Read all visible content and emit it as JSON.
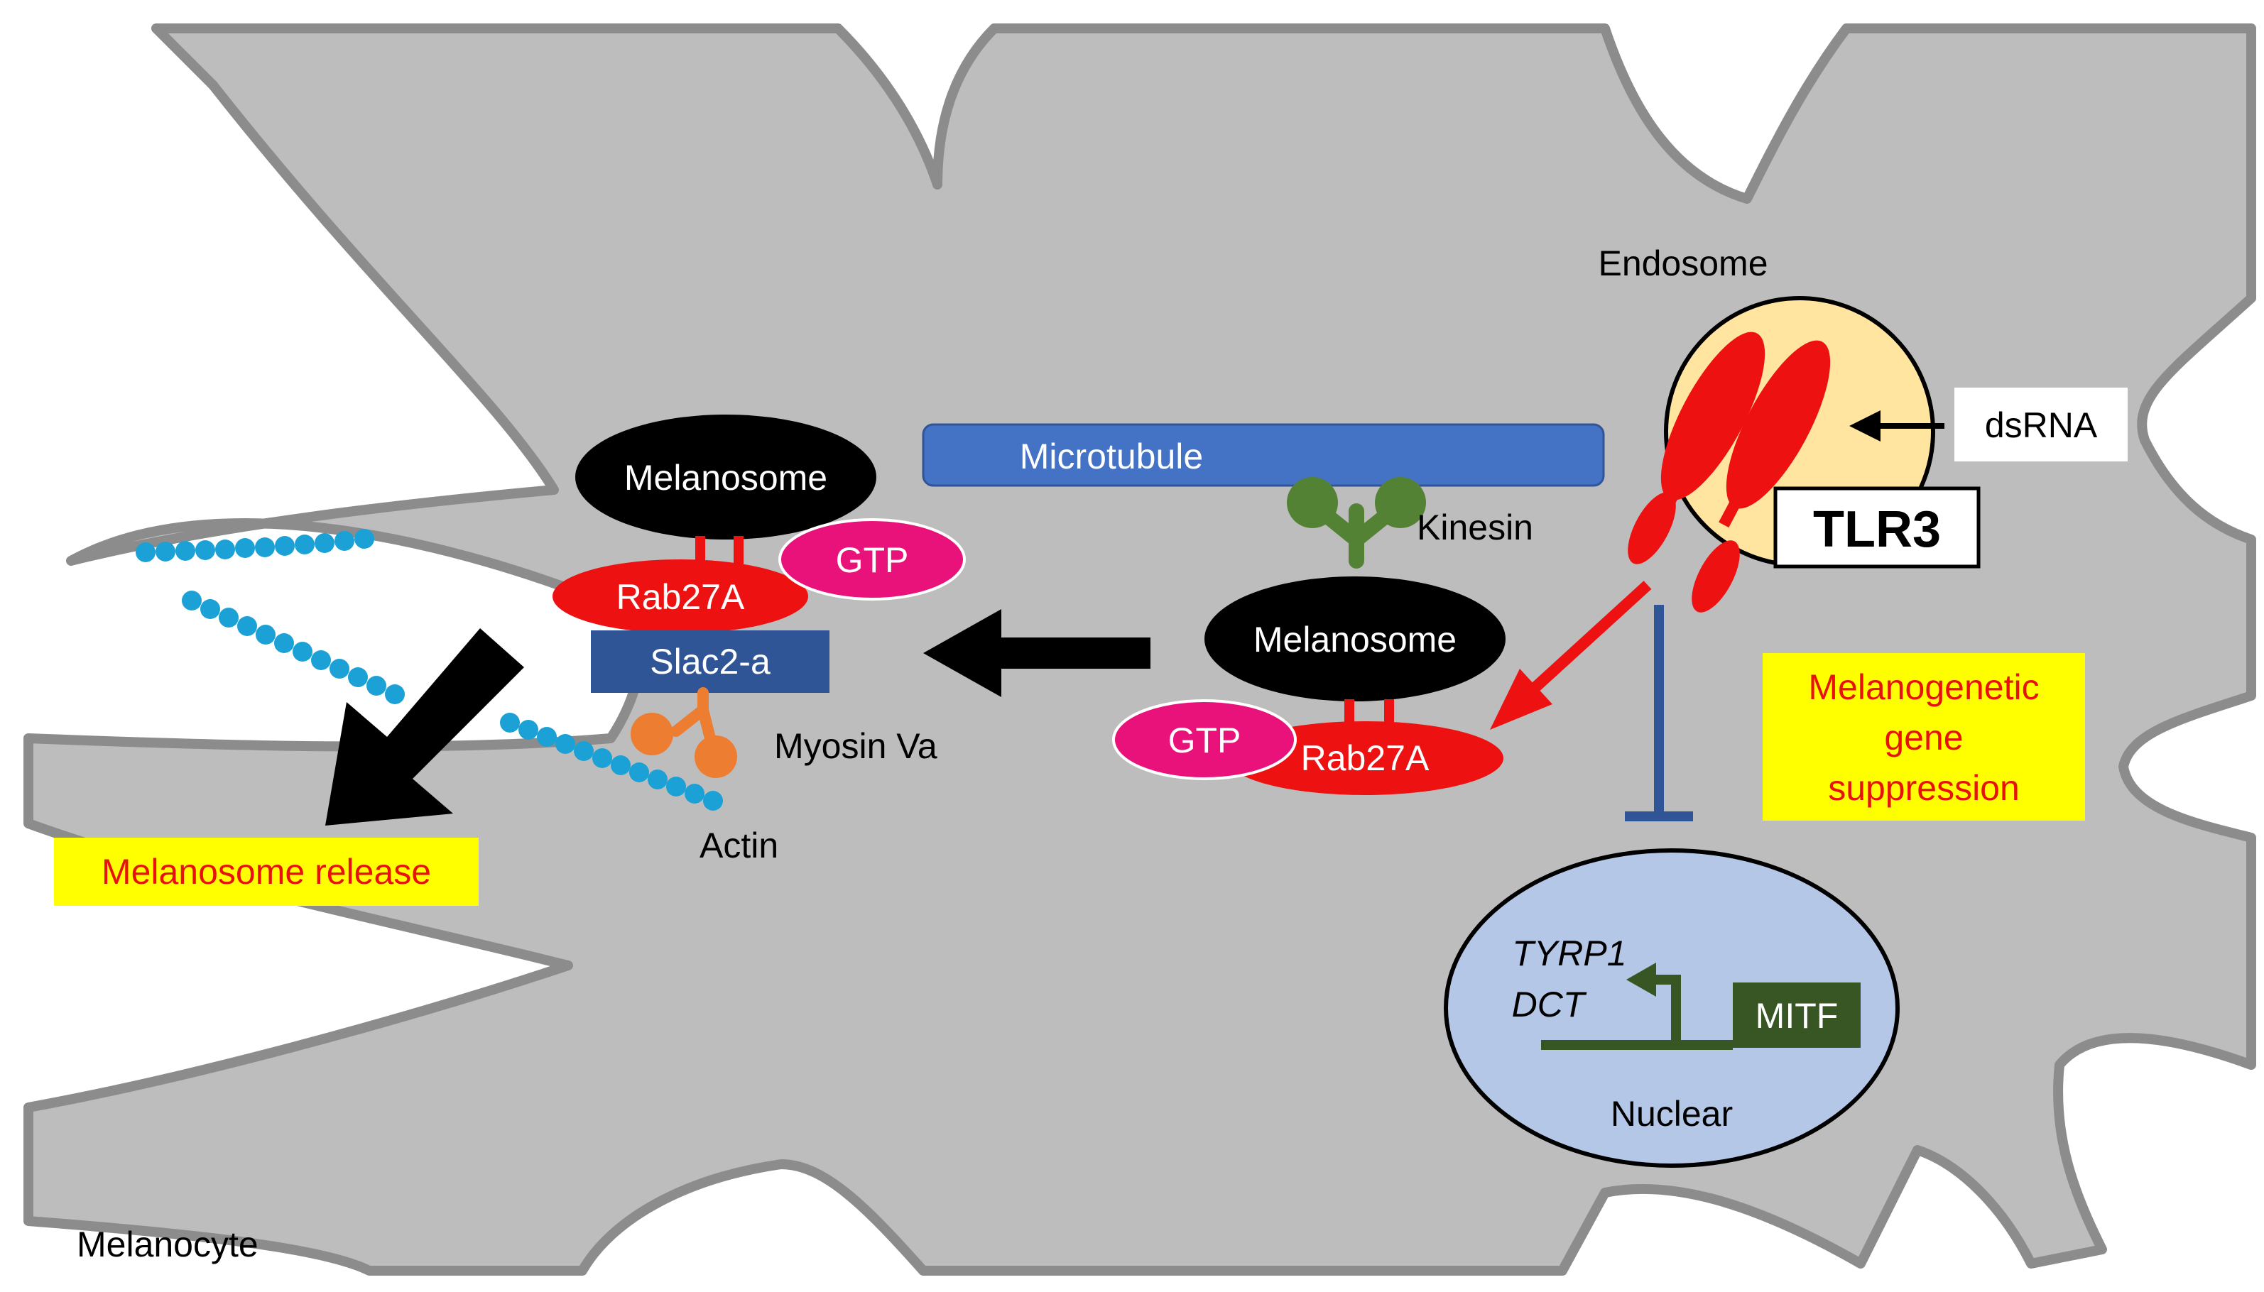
{
  "labels": {
    "melanocyte": "Melanocyte",
    "endosome": "Endosome",
    "dsrna": "dsRNA",
    "tlr3": "TLR3",
    "microtubule": "Microtubule",
    "kinesin": "Kinesin",
    "melanosome_left": "Melanosome",
    "melanosome_right": "Melanosome",
    "gtp_left": "GTP",
    "gtp_right": "GTP",
    "rab27a_left": "Rab27A",
    "rab27a_right": "Rab27A",
    "slac2a": "Slac2-a",
    "myosin_va": "Myosin Va",
    "actin": "Actin",
    "melanosome_release": "Melanosome release",
    "gene_suppression_line1": "Melanogenetic",
    "gene_suppression_line2": "gene",
    "gene_suppression_line3": "suppression",
    "tyrp1": "TYRP1",
    "dct": "DCT",
    "mitf": "MITF",
    "nuclear": "Nuclear"
  },
  "colors": {
    "cell_fill": "#bdbdbd",
    "cell_outline": "#8c8c8c",
    "melanosome": "#000000",
    "rab27a": "#ee1111",
    "gtp": "#e8127a",
    "slac2a": "#2f5597",
    "microtubule": "#4472c4",
    "kinesin": "#548235",
    "myosin": "#ed7d31",
    "actin": "#1ba1d6",
    "endosome_fill": "#ffe5a0",
    "tlr3": "#ee1111",
    "highlight_box": "#ffff00",
    "highlight_text": "#e8120c",
    "inhibition": "#2f5597",
    "nucleus_fill": "#b4c7e7",
    "mitf_box": "#375623",
    "gene_arrow": "#375623"
  }
}
